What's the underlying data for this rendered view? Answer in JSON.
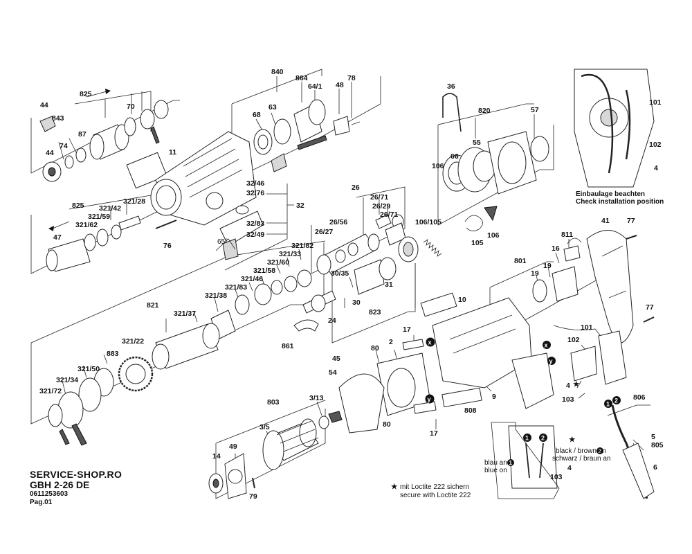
{
  "footer": {
    "shop": "SERVICE-SHOP.RO",
    "model": "GBH 2-26 DE",
    "part_number": "0611253603",
    "page": "Pag.01"
  },
  "notes": {
    "install_de": "Einbaulage beachten",
    "install_en": "Check installation position",
    "loctite_de": "mit Loctite 222 sichern",
    "loctite_en": "secure with Loctite 222",
    "loctite_symbol": "★",
    "wire_black_brown": "black / brown on",
    "wire_schwarz_braun": "schwarz / braun an",
    "wire_blau_an": "blau an",
    "wire_blue_on": "blue on",
    "angle": "65°"
  },
  "callouts": {
    "circle_1": "1",
    "circle_2": "2",
    "x": "x",
    "y": "y"
  },
  "labels": {
    "p44a": "44",
    "p825a": "825",
    "p843": "843",
    "p70": "70",
    "p74": "74",
    "p87": "87",
    "p44b": "44",
    "p11": "11",
    "p840": "840",
    "p864": "864",
    "p64_1": "64/1",
    "p48": "48",
    "p78": "78",
    "p68": "68",
    "p63": "63",
    "p36": "36",
    "p820": "820",
    "p57": "57",
    "p55": "55",
    "p66": "66",
    "p106a": "106",
    "p101a": "101",
    "p102a": "102",
    "p4a": "4",
    "p825b": "825",
    "p321_28": "321/28",
    "p321_42": "321/42",
    "p321_59": "321/59",
    "p321_62": "321/62",
    "p47": "47",
    "p76": "76",
    "p32_46": "32/46",
    "p32_76": "32/76",
    "p32": "32",
    "p32_83": "32/83",
    "p32_49": "32/49",
    "p26": "26",
    "p26_71a": "26/71",
    "p26_29": "26/29",
    "p26_71b": "26/71",
    "p26_56": "26/56",
    "p26_27": "26/27",
    "p106_105a": "106/105",
    "p106b": "106",
    "p105": "105",
    "p41": "41",
    "p77a": "77",
    "p811": "811",
    "p16": "16",
    "p801": "801",
    "p19a": "19",
    "p19b": "19",
    "p77b": "77",
    "p321_82": "321/82",
    "p321_33": "321/33",
    "p321_60": "321/60",
    "p321_58": "321/58",
    "p321_46": "321/46",
    "p321_83": "321/83",
    "p321_38": "321/38",
    "p30_35": "30/35",
    "p31": "31",
    "p30": "30",
    "p823": "823",
    "p10": "10",
    "p24": "24",
    "p821": "821",
    "p321_37": "321/37",
    "p321_22": "321/22",
    "p883": "883",
    "p321_50": "321/50",
    "p321_34": "321/34",
    "p321_72": "321/72",
    "p861": "861",
    "p17a": "17",
    "p80a": "80",
    "p2": "2",
    "p45": "45",
    "p54": "54",
    "p101b": "101",
    "p102b": "102",
    "p4b": "4",
    "p103a": "103",
    "p806": "806",
    "p9": "9",
    "p808": "808",
    "p803": "803",
    "p3_13": "3/13",
    "p80b": "80",
    "p17b": "17",
    "p3_5": "3/5",
    "p49": "49",
    "p14": "14",
    "p79": "79",
    "p5": "5",
    "p805": "805",
    "p6": "6",
    "p4c": "4",
    "p103b": "103"
  }
}
